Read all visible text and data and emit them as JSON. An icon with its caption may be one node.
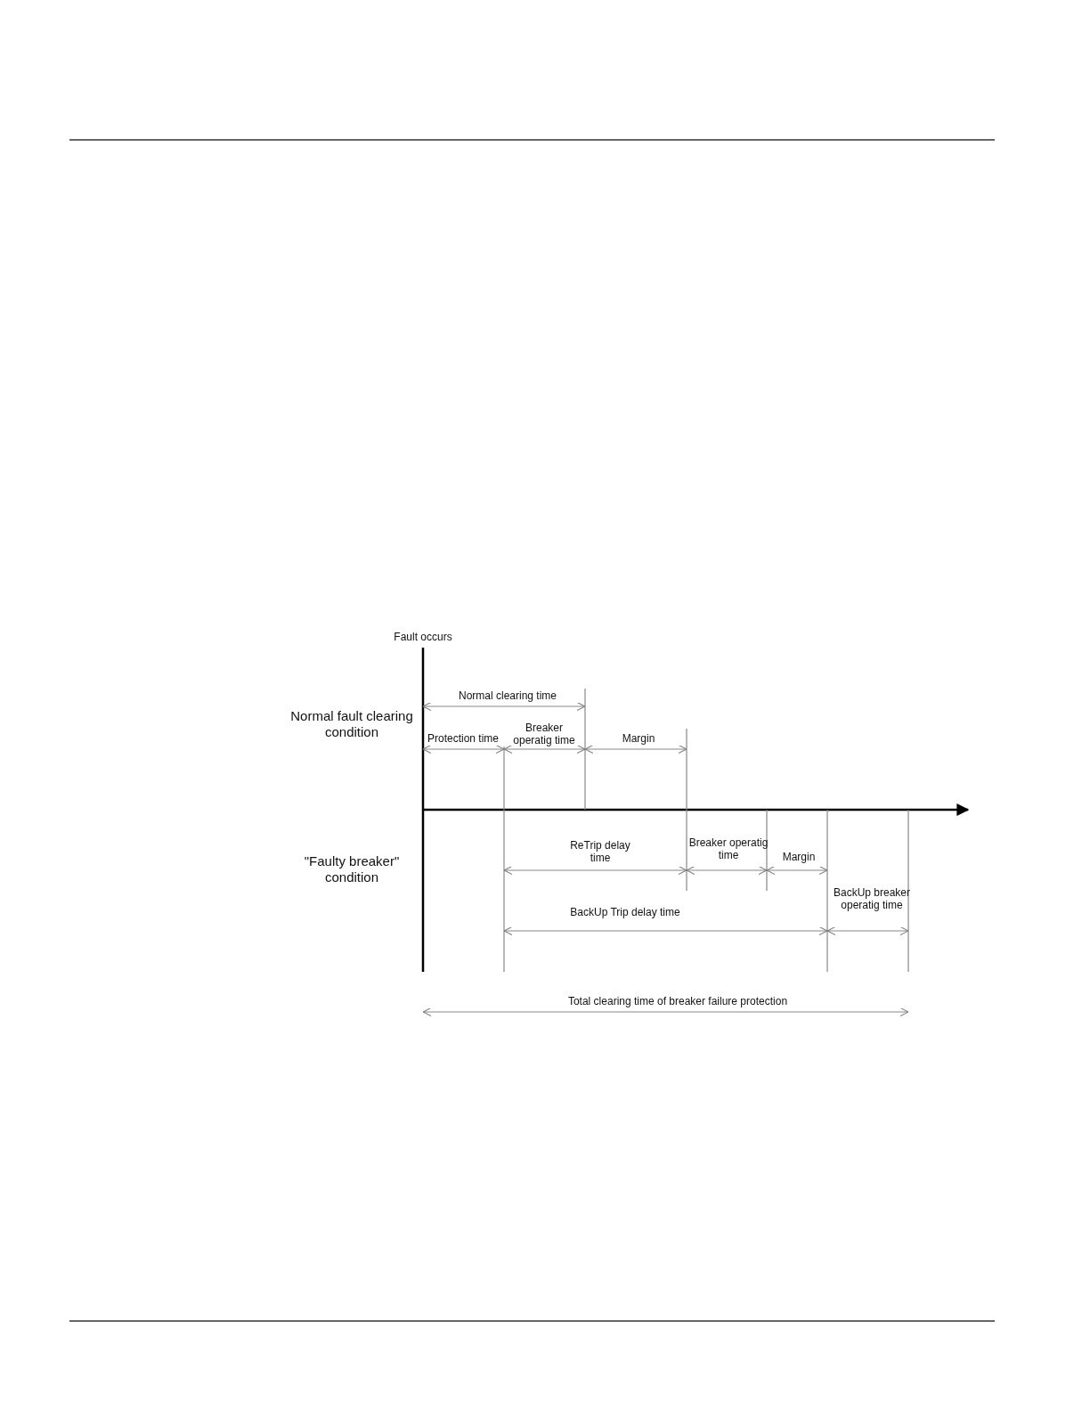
{
  "diagram": {
    "labels": [
      "Fault occurs",
      "Normal clearing time",
      "Normal fault clearing condition",
      "Protection time",
      "Breaker operatig time",
      "Margin",
      "ReTrip delay time",
      "Breaker operatig time",
      "Margin",
      "\"Faulty breaker\" condition",
      "BackUp breaker operatig time",
      "BackUp Trip delay time",
      "Total clearing time of breaker failure protection"
    ]
  }
}
